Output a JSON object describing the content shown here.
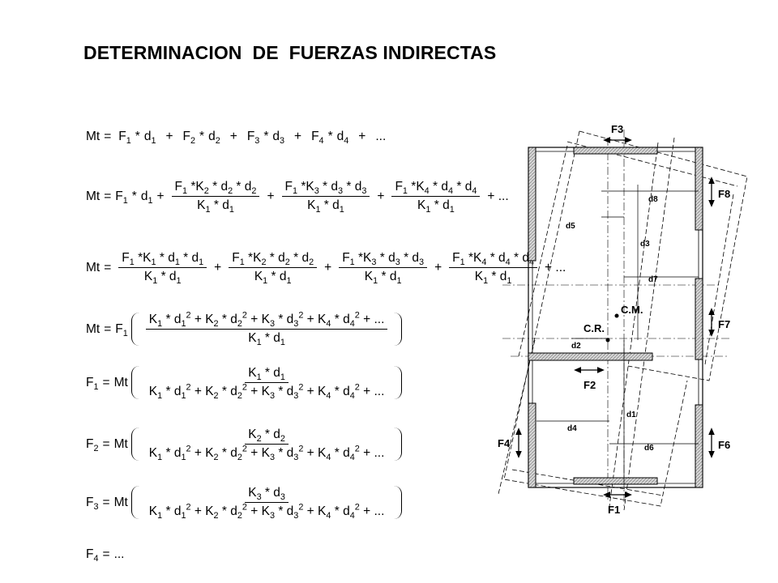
{
  "title": "DETERMINACION  DE  FUERZAS INDIRECTAS",
  "symbols": {
    "Mt": "Mt",
    "F": "F",
    "K": "K",
    "d": "d",
    "eq": "=",
    "times": "*",
    "plus": "+",
    "plus_dots": "+ ...",
    "dots": "...",
    "sq": "2",
    "n1": "1",
    "n2": "2",
    "n3": "3",
    "n4": "4"
  },
  "diagram_labels": {
    "F3": "F3",
    "F8": "F8",
    "F7": "F7",
    "F6": "F6",
    "F4": "F4",
    "F2": "F2",
    "F1": "F1",
    "d8": "d8",
    "d5": "d5",
    "d3": "d3",
    "d7": "d7",
    "d2": "d2",
    "d4": "d4",
    "d1": "d1",
    "d6": "d6",
    "CM": "C.M.",
    "CR": "C.R."
  }
}
